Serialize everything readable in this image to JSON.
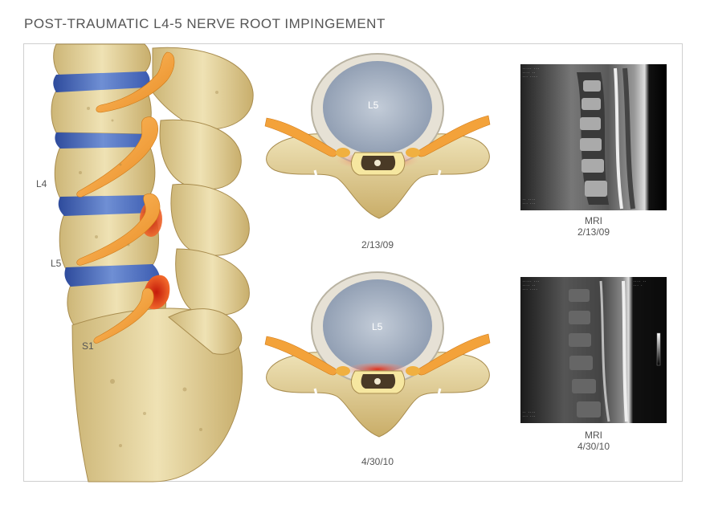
{
  "title": "POST-TRAUMATIC L4-5 NERVE ROOT IMPINGEMENT",
  "spine": {
    "labels": [
      "L4",
      "L5",
      "S1"
    ]
  },
  "axial_top": {
    "vertebra_label": "L5",
    "date": "2/13/09"
  },
  "axial_bottom": {
    "vertebra_label": "L5",
    "date": "4/30/10"
  },
  "mri_top": {
    "label": "MRI",
    "date": "2/13/09"
  },
  "mri_bottom": {
    "label": "MRI",
    "date": "4/30/10"
  },
  "colors": {
    "bone": "#e3d29c",
    "bone_shadow": "#b89a55",
    "disc": "#3f5fb0",
    "nerve": "#f3a23a",
    "inflammation": "#e23a1a",
    "disc_axial": "#aeb8c8"
  }
}
